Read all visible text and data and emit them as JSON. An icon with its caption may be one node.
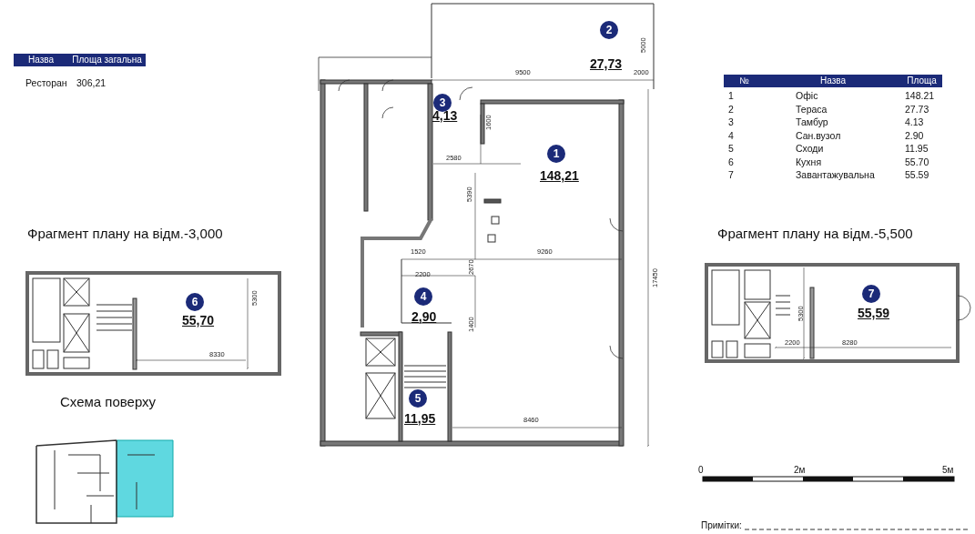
{
  "diagram": {
    "labels": [
      "Назва",
      "Площа загальна",
      "Ресторан",
      "306,21",
      "2",
      "5000",
      "9500",
      "27,73",
      "2000",
      "№",
      "Назва",
      "Площа",
      "1",
      "Офіс",
      "148.21",
      "2",
      "Тераса",
      "27.73",
      "3",
      "Тамбур",
      "4.13",
      "4",
      "Сан.вузол",
      "2.90",
      "5",
      "Сходи",
      "11.95",
      "6",
      "Кухня",
      "55.70",
      "7",
      "Завантажувальна",
      "55.59",
      "3",
      "4,13",
      "1600",
      "1",
      "2580",
      "148,21",
      "5390",
      "Фрагмент плану на відм.-3,000",
      "Фрагмент плану на відм.-5,500",
      "1520",
      "9260",
      "17450",
      "2200",
      "2670",
      "6",
      "55,70",
      "5300",
      "4",
      "2,90",
      "1400",
      "8330",
      "7",
      "55,59",
      "5300",
      "2200",
      "8280",
      "Схема поверху",
      "5",
      "11,95",
      "8460",
      "0",
      "2м",
      "5м",
      "Примітки:"
    ]
  }
}
